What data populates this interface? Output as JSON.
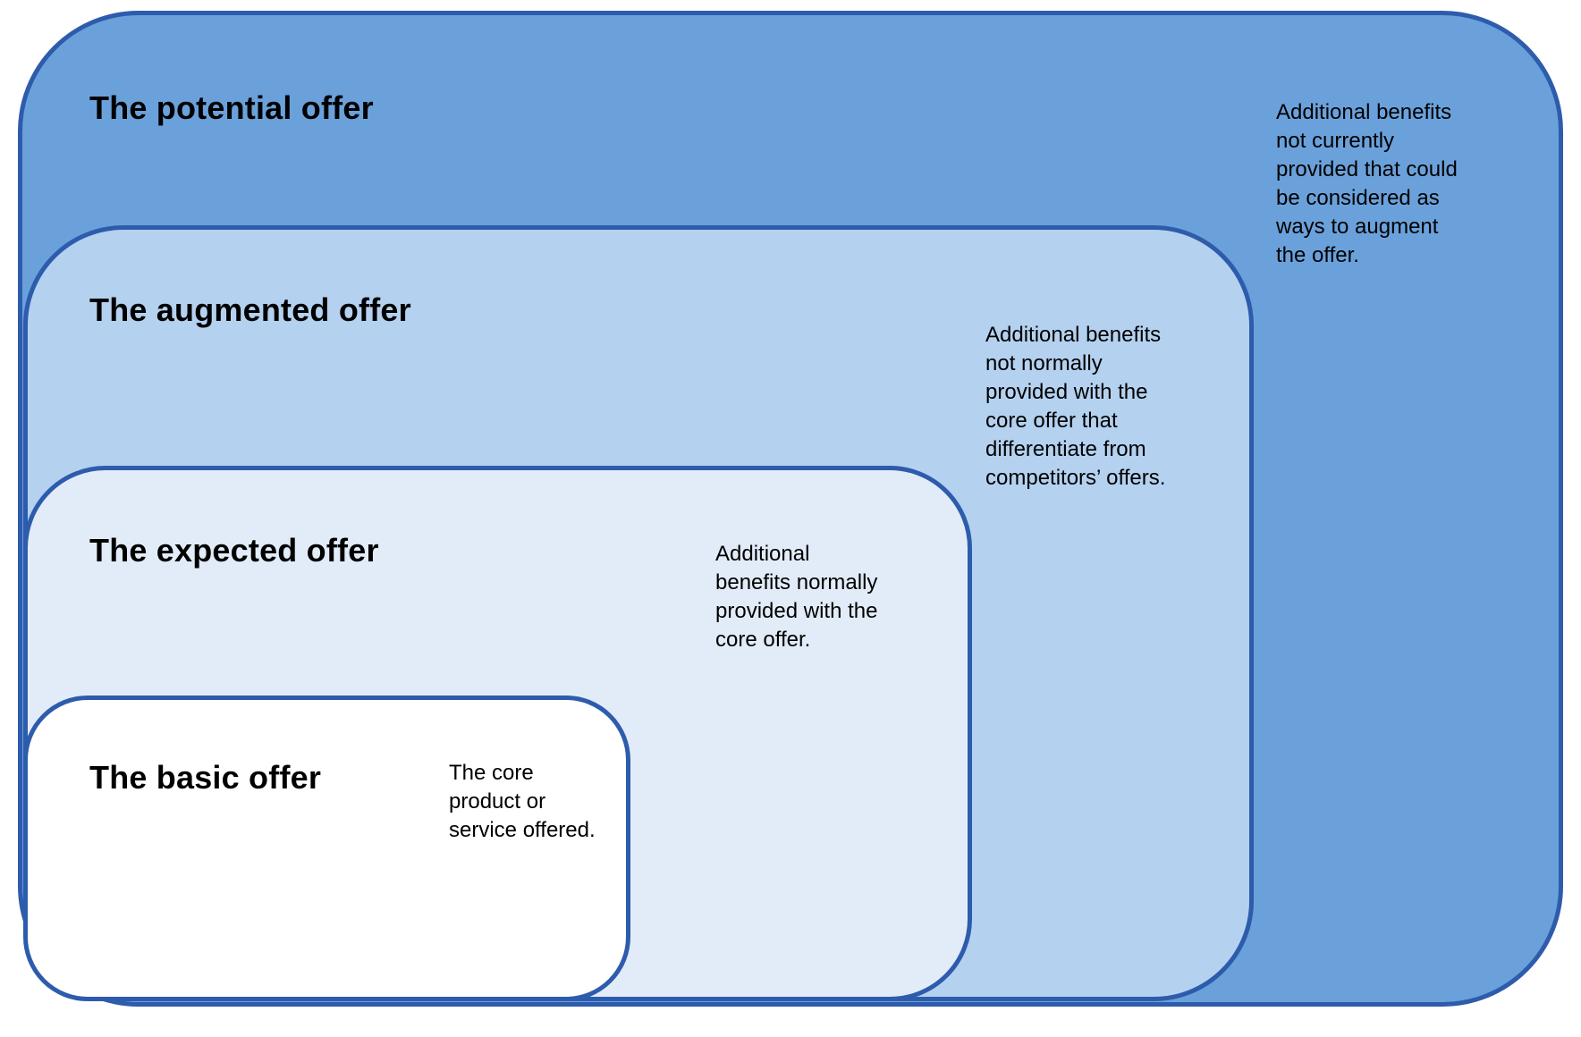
{
  "diagram": {
    "name": "offer-levels-diagram",
    "border_color": "#2e5cac",
    "text_color": "#000000",
    "layers": [
      {
        "id": "potential",
        "label": "The potential offer",
        "description": "Additional benefits\nnot currently\nprovided that could\nbe considered as\nways to augment\nthe offer.",
        "fill": "#6ba1db"
      },
      {
        "id": "augmented",
        "label": "The augmented offer",
        "description": "Additional benefits\nnot normally\nprovided with the\ncore offer that\ndifferentiate from\ncompetitors’ offers.",
        "fill": "#b4d1ef"
      },
      {
        "id": "expected",
        "label": "The expected offer",
        "description": "Additional\nbenefits normally\nprovided with the\ncore offer.",
        "fill": "#e2ecf8"
      },
      {
        "id": "basic",
        "label": "The basic offer",
        "description": "The core\nproduct or\nservice offered.",
        "fill": "#ffffff"
      }
    ]
  }
}
